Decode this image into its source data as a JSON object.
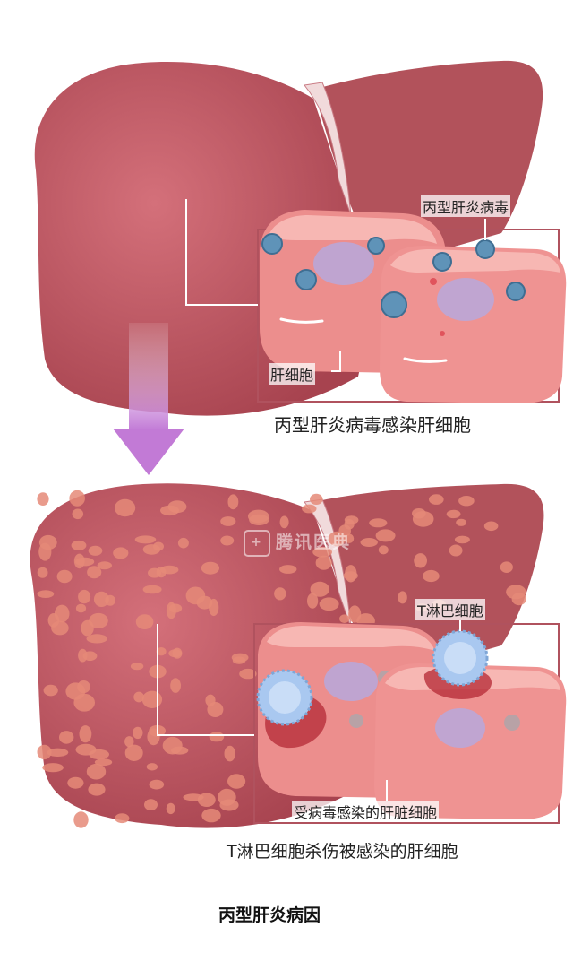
{
  "labels": {
    "hcv_virus": "丙型肝炎病毒",
    "hepatocyte": "肝细胞",
    "top_caption": "丙型肝炎病毒感染肝细胞",
    "t_cell": "T淋巴细胞",
    "infected_cell": "受病毒感染的肝脏细胞",
    "bottom_caption": "T淋巴细胞杀伤被感染的肝细胞"
  },
  "main_caption": "丙型肝炎病因",
  "watermark": "腾讯医典",
  "colors": {
    "liver": "#c4545e",
    "liver_dark": "#a53f4b",
    "ligament": "#efd6d8",
    "cell": "#f29a98",
    "cell_top": "#f7b7b3",
    "nucleus": "#b7a8dc",
    "virus": "#5f93b8",
    "t_cell": "#a9c8f0",
    "fibrosis": "#e58a78",
    "arrow": "#c98ad9",
    "frame": "#b0525e"
  }
}
